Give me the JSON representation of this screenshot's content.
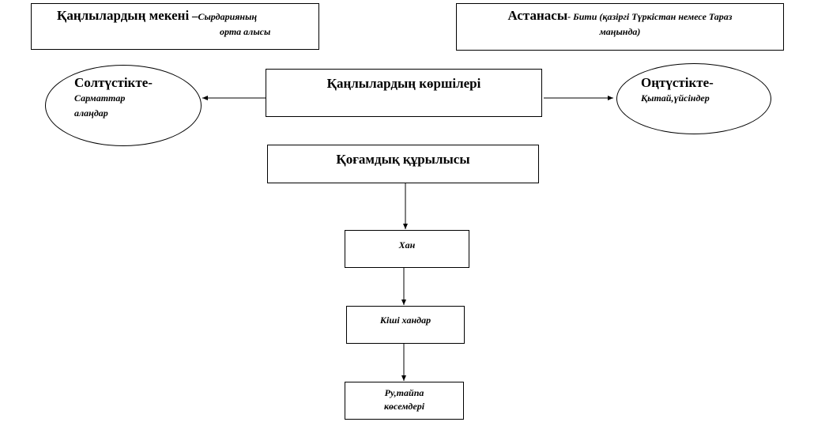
{
  "location_box": {
    "title": "Қаңлылардың мекені",
    "dash": " –",
    "detail_line1": "Сырдарияның",
    "detail_line2": "орта алысы"
  },
  "capital_box": {
    "title": "Астанасы",
    "dash": "- ",
    "detail_line1": "Бити (қазіргі Түркістан немесе Тараз",
    "detail_line2": "маңында)"
  },
  "neighbors_box": {
    "title": "Қаңлылардың көршілері"
  },
  "north_ellipse": {
    "title": "Солтүстікте-",
    "detail_line1": "Сарматтар",
    "detail_line2": "алаңдар"
  },
  "south_ellipse": {
    "title": "Оңтүстікте-",
    "detail_line1": "Қытай,үйсіндер"
  },
  "structure_box": {
    "title": "Қоғамдық құрылысы"
  },
  "khan_box": {
    "label": "Хан"
  },
  "minor_khans_box": {
    "label": "Кіші хандар"
  },
  "clan_box": {
    "line1": "Ру,тайпа",
    "line2": "көсемдері"
  },
  "colors": {
    "stroke": "#000000",
    "background": "#ffffff"
  }
}
